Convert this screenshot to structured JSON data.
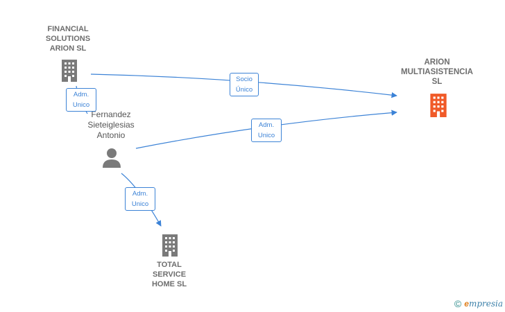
{
  "nodes": {
    "financial": {
      "label": "FINANCIAL\nSOLUTIONS\nARION  SL",
      "icon": "building-icon",
      "color": "#7a7a7a"
    },
    "arion": {
      "label": "ARION\nMULTIASISTENCIA\nSL",
      "icon": "building-icon",
      "color": "#f05a28"
    },
    "person": {
      "label": "Fernandez\nSieteiglesias\nAntonio",
      "icon": "person-icon",
      "color": "#7a7a7a"
    },
    "total": {
      "label": "TOTAL\nSERVICE\nHOME  SL",
      "icon": "building-icon",
      "color": "#7a7a7a"
    }
  },
  "edges": [
    {
      "id": "fin-to-arion",
      "label": "Socio\nÚnico"
    },
    {
      "id": "fin-to-person",
      "label": "Adm.\nUnico"
    },
    {
      "id": "person-to-arion",
      "label": "Adm.\nUnico"
    },
    {
      "id": "person-to-total",
      "label": "Adm.\nUnico"
    }
  ],
  "footer": {
    "copyright": "©",
    "brand_first": "e",
    "brand_rest": "mpresia"
  },
  "colors": {
    "edge": "#3b82d6"
  }
}
